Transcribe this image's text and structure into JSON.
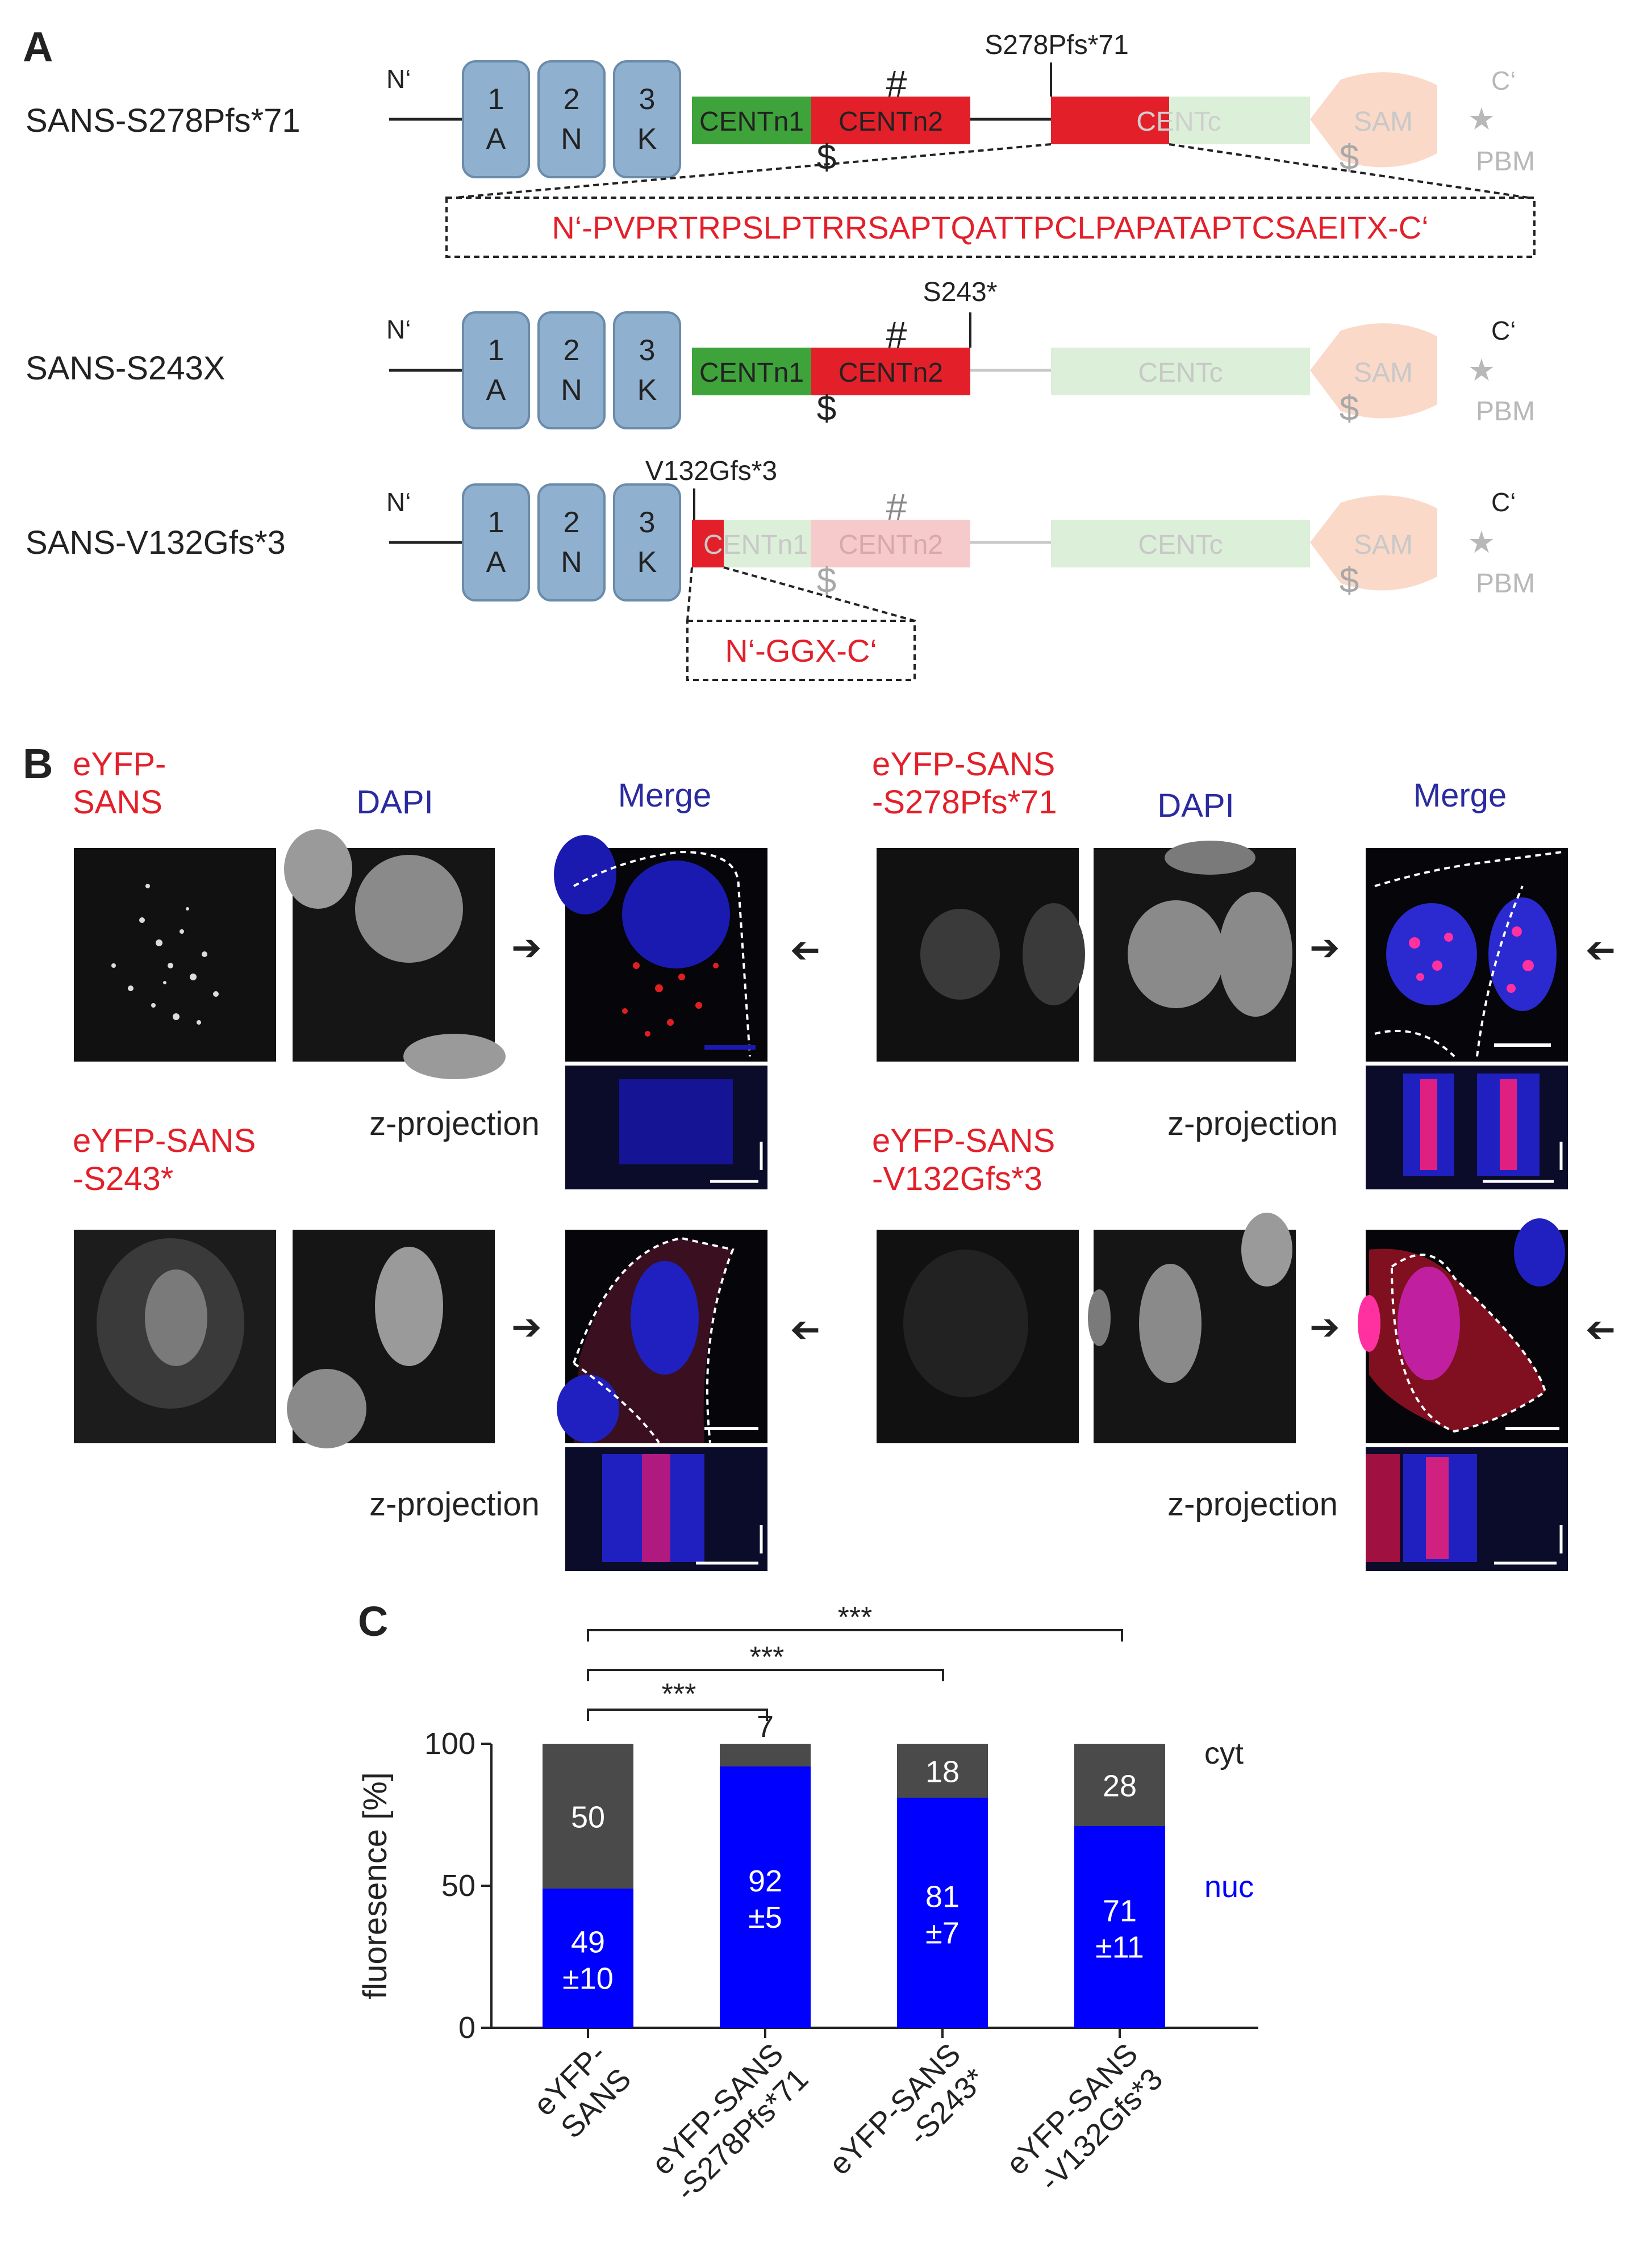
{
  "panelA": {
    "label": "A",
    "constructs": [
      {
        "name": "SANS-S278Pfs*71",
        "mutation": "S278Pfs*71",
        "n_term": "N‘",
        "c_term": "C‘",
        "ank": [
          {
            "top": "1",
            "bot": "A"
          },
          {
            "top": "2",
            "bot": "N"
          },
          {
            "top": "3",
            "bot": "K"
          }
        ],
        "domains": {
          "centn1": "CENTn1",
          "centn2": "CENTn2",
          "centc": "CENTc",
          "sam": "SAM",
          "pbm": "PBM"
        },
        "hash": "#",
        "dollar": "$",
        "star": "★",
        "inset": "N‘-PVPRTRPSLPTRRSAPTQATTPCLPAPATAPTCSAEITX-C‘"
      },
      {
        "name": "SANS-S243X",
        "mutation": "S243*",
        "n_term": "N‘",
        "c_term": "C‘",
        "ank": [
          {
            "top": "1",
            "bot": "A"
          },
          {
            "top": "2",
            "bot": "N"
          },
          {
            "top": "3",
            "bot": "K"
          }
        ],
        "domains": {
          "centn1": "CENTn1",
          "centn2": "CENTn2",
          "centc": "CENTc",
          "sam": "SAM",
          "pbm": "PBM"
        },
        "hash": "#",
        "dollar": "$",
        "star": "★"
      },
      {
        "name": "SANS-V132Gfs*3",
        "mutation": "V132Gfs*3",
        "n_term": "N‘",
        "c_term": "C‘",
        "ank": [
          {
            "top": "1",
            "bot": "A"
          },
          {
            "top": "2",
            "bot": "N"
          },
          {
            "top": "3",
            "bot": "K"
          }
        ],
        "domains": {
          "centn1": "CENTn1",
          "centn2": "CENTn2",
          "centc": "CENTc",
          "sam": "SAM",
          "pbm": "PBM"
        },
        "hash": "#",
        "dollar": "$",
        "star": "★",
        "inset": "N‘-GGX-C‘"
      }
    ]
  },
  "panelB": {
    "label": "B",
    "dapi": "DAPI",
    "merge": "Merge",
    "zproj": "z-projection",
    "groups": [
      {
        "line1": "eYFP-",
        "line2": "SANS"
      },
      {
        "line1": "eYFP-SANS",
        "line2": "-S278Pfs*71"
      },
      {
        "line1": "eYFP-SANS",
        "line2": "-S243*"
      },
      {
        "line1": "eYFP-SANS",
        "line2": "-V132Gfs*3"
      }
    ]
  },
  "panelC": {
    "label": "C",
    "significance": [
      "***",
      "***",
      "***"
    ],
    "legend": {
      "cyt": "cyt",
      "nuc": "nuc"
    }
  },
  "colors": {
    "ank_fill": "#8fb0cf",
    "centn1": "#3ea33a",
    "centn2": "#e3202a",
    "faded_green": "#dcefd8",
    "faded_red": "#f6c9cb",
    "sam": "#fbd9c8",
    "nuc_bar": "#0000ff",
    "cyt_bar": "#4a4a4a",
    "red_label": "#e3202a",
    "blue_label": "#2b2ba0"
  },
  "chart_data": {
    "type": "bar",
    "stacked": true,
    "categories": [
      "eYFP-\nSANS",
      "eYFP-SANS\n-S278Pfs*71",
      "eYFP-SANS\n-S243*",
      "eYFP-SANS\n-V132Gfs*3"
    ],
    "series": [
      {
        "name": "nuc",
        "values": [
          49,
          92,
          81,
          71
        ],
        "sd": [
          10,
          5,
          7,
          11
        ],
        "labels": [
          "49\n±10",
          "92\n±5",
          "81\n±7",
          "71\n±11"
        ],
        "color": "#0000ff"
      },
      {
        "name": "cyt",
        "values": [
          50,
          7,
          18,
          28
        ],
        "labels": [
          "50",
          "7",
          "18",
          "28"
        ],
        "color": "#4a4a4a"
      }
    ],
    "ylabel": "fluoresence [%]",
    "yticks": [
      "0",
      "50",
      "100"
    ],
    "ylim": [
      0,
      100
    ]
  }
}
